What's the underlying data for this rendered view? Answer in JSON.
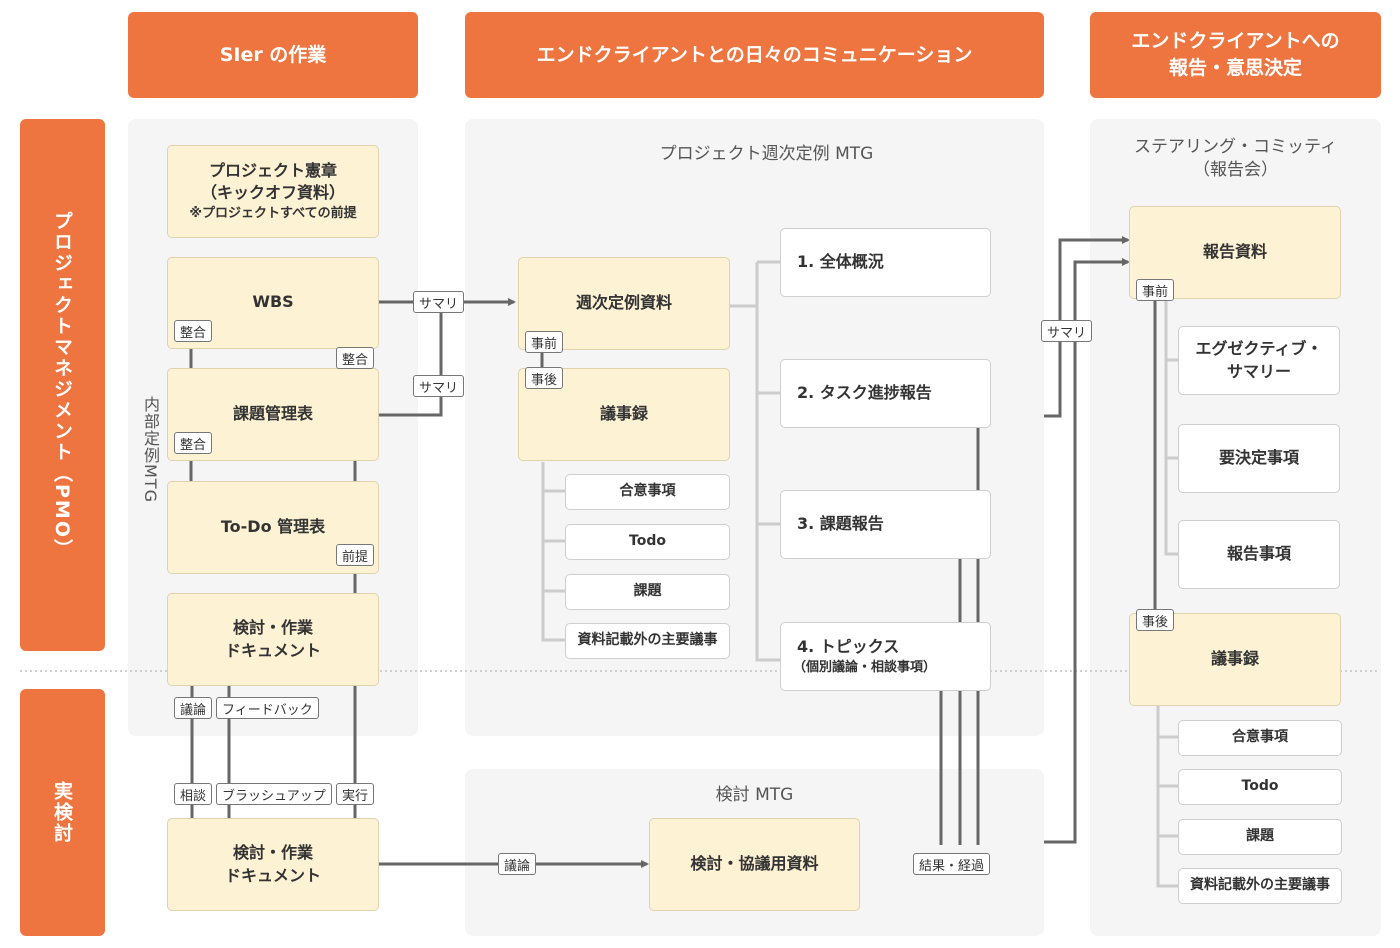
{
  "headers": {
    "sier": "SIer の作業",
    "daily": "エンドクライアントとの日々のコミュニケーション",
    "report": "エンドクライアントへの\n報告・意思決定"
  },
  "side": {
    "pmo": "プロジェクトマネジメント（PMO）",
    "jikentou": "実検討"
  },
  "internal_mtg": "内部定例MTG",
  "sier_boxes": {
    "charter_title": "プロジェクト憲章",
    "charter_sub": "（キックオフ資料）",
    "charter_note": "※プロジェクトすべての前提",
    "wbs": "WBS",
    "issues": "課題管理表",
    "todo": "To-Do 管理表",
    "doc_line1": "検討・作業",
    "doc_line2": "ドキュメント"
  },
  "weekly": {
    "title": "プロジェクト週次定例 MTG",
    "material": "週次定例資料",
    "minutes": "議事録",
    "minutes_items": [
      "合意事項",
      "Todo",
      "課題",
      "資料記載外の主要議事"
    ],
    "agenda": [
      "1. 全体概況",
      "2. タスク進捗報告",
      "3. 課題報告",
      "4. トピックス"
    ],
    "agenda4_sub": "（個別議論・相談事項）"
  },
  "review_mtg": {
    "title": "検討 MTG",
    "material": "検討・協議用資料"
  },
  "steering": {
    "title": "ステアリング・コミッティ\n（報告会）",
    "report_doc": "報告資料",
    "items": [
      "エグゼクティブ・\nサマリー",
      "要決定事項",
      "報告事項"
    ],
    "minutes": "議事録",
    "minutes_items": [
      "合意事項",
      "Todo",
      "課題",
      "資料記載外の主要議事"
    ]
  },
  "tags": {
    "summary": "サマリ",
    "align": "整合",
    "premise": "前提",
    "before": "事前",
    "after": "事後",
    "discuss": "議論",
    "feedback": "フィードバック",
    "consult": "相談",
    "brushup": "ブラッシュアップ",
    "execute": "実行",
    "result": "結果・経過"
  },
  "colors": {
    "accent": "#ef7540",
    "box_yellow": "#fdf2d4",
    "panel": "#f5f5f5",
    "arrow": "#666666",
    "line": "#cccccc"
  }
}
